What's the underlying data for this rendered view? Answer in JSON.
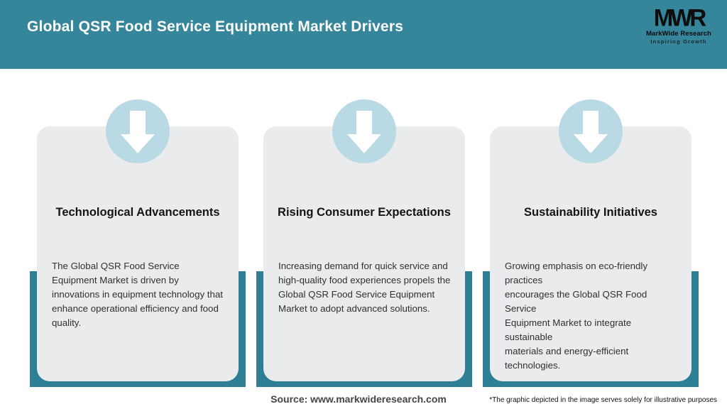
{
  "header": {
    "title": "Global QSR Food Service Equipment Market Drivers",
    "logo": {
      "mark": "MWR",
      "name": "MarkWide Research",
      "tagline": "Inspiring Growth"
    }
  },
  "cards": [
    {
      "icon": "down-arrow-icon",
      "title": "Technological Advancements",
      "body": "The Global QSR Food Service\nEquipment Market is driven by\ninnovations in equipment technology that\nenhance operational efficiency and food\nquality."
    },
    {
      "icon": "down-arrow-icon",
      "title": "Rising Consumer Expectations",
      "body": "Increasing demand for quick service and\nhigh-quality food experiences propels the\nGlobal QSR Food Service Equipment\nMarket to adopt advanced solutions."
    },
    {
      "icon": "down-arrow-icon",
      "title": "Sustainability Initiatives",
      "body": "Growing emphasis on eco-friendly practices\nencourages the Global QSR Food Service\nEquipment Market to integrate sustainable\nmaterials and energy-efficient technologies."
    }
  ],
  "footer": {
    "source": "Source: www.markwideresearch.com",
    "disclaimer": "*The graphic depicted in the image serves solely for illustrative purposes"
  },
  "colors": {
    "header_teal": "#35859B",
    "accent_teal": "#2E7E96",
    "badge_blue": "#B9D9E5",
    "card_gray": "#E9EBEC"
  }
}
